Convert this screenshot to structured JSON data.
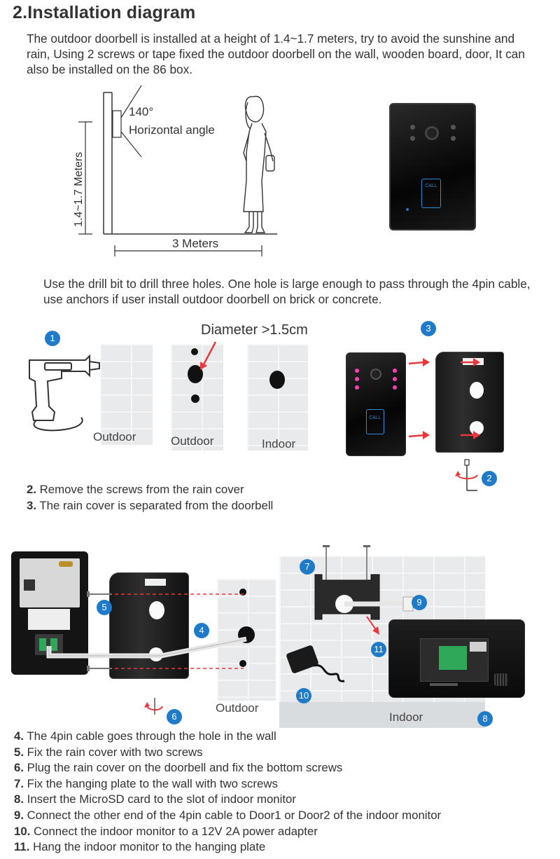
{
  "header": {
    "number": "2.",
    "title": "Installation diagram"
  },
  "intro": "The outdoor doorbell is installed at a height of 1.4~1.7 meters, try to avoid the sunshine and rain, Using 2 screws or tape fixed the  outdoor doorbell on the wall, wooden board, door, It can also be installed on the 86 box.",
  "diagram1": {
    "angle_value": "140°",
    "angle_text": "Horizontal angle",
    "height_label": "1.4~1.7 Meters",
    "distance_label": "3 Meters"
  },
  "doorbell_call": "CALL",
  "drill_text": "Use the drill bit to drill three holes. One hole is large enough to pass through the 4pin cable, use anchors if user install outdoor doorbell on brick or concrete.",
  "drill_section": {
    "diameter_label": "Diameter >1.5cm",
    "panel_labels": [
      "Outdoor",
      "Outdoor",
      "Indoor"
    ],
    "badges": [
      "1",
      "3",
      "2"
    ]
  },
  "steps_a": [
    {
      "num": "2.",
      "text": "Remove the screws from the rain cover"
    },
    {
      "num": "3.",
      "text": "The rain cover is separated from the doorbell"
    }
  ],
  "install_section": {
    "outdoor_label": "Outdoor",
    "indoor_label": "Indoor",
    "badges": [
      "5",
      "4",
      "6",
      "7",
      "9",
      "11",
      "10",
      "8"
    ]
  },
  "steps_b": [
    {
      "num": "4.",
      "text": "The 4pin cable goes through the hole in the wall"
    },
    {
      "num": "5.",
      "text": "Fix the rain cover with two screws"
    },
    {
      "num": "6.",
      "text": "Plug the rain cover on the doorbell and fix the bottom screws"
    },
    {
      "num": "7.",
      "text": "Fix the hanging plate to the wall with two screws"
    },
    {
      "num": "8.",
      "text": "Insert the MicroSD card to the slot of indoor monitor"
    },
    {
      "num": "9.",
      "text": "Connect the other end of the 4pin cable to Door1 or Door2 of the indoor monitor"
    },
    {
      "num": "10.",
      "text": "Connect the indoor monitor to a 12V 2A power adapter"
    },
    {
      "num": "11.",
      "text": "Hang the indoor monitor to the hanging plate"
    }
  ],
  "colors": {
    "badge": "#1f7bc8",
    "arrow": "#e8383d",
    "led": "#ff3fb4",
    "call_blue": "#2a8fd8"
  }
}
